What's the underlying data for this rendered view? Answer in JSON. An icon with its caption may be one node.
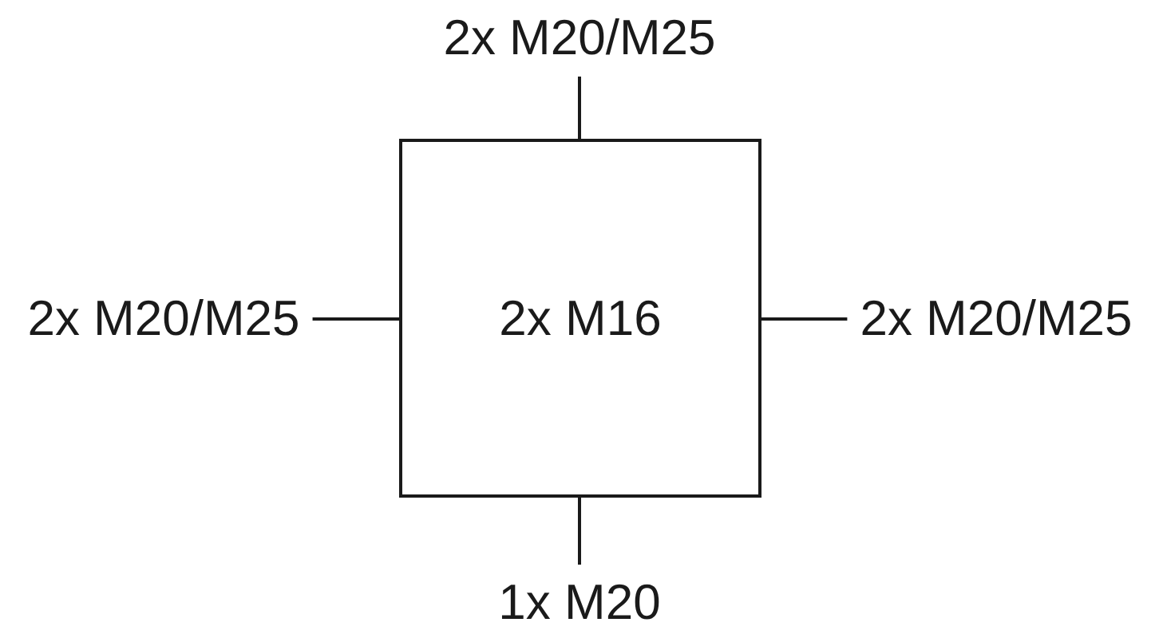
{
  "diagram": {
    "nodes": [
      {
        "text": [
          "2x M16"
        ]
      },
      {
        "text": [
          "2x M20/M25"
        ]
      },
      {
        "text": [
          "2x M20/M25"
        ]
      },
      {
        "text": [
          "2x M20/M25"
        ]
      },
      {
        "text": [
          "1x M20"
        ]
      }
    ],
    "edges": [
      {
        "from": 1,
        "to": 0,
        "arrow": "none"
      },
      {
        "from": 2,
        "to": 0,
        "arrow": "none"
      },
      {
        "from": 3,
        "to": 0,
        "arrow": "none"
      },
      {
        "from": 4,
        "to": 0,
        "arrow": "none"
      }
    ]
  }
}
